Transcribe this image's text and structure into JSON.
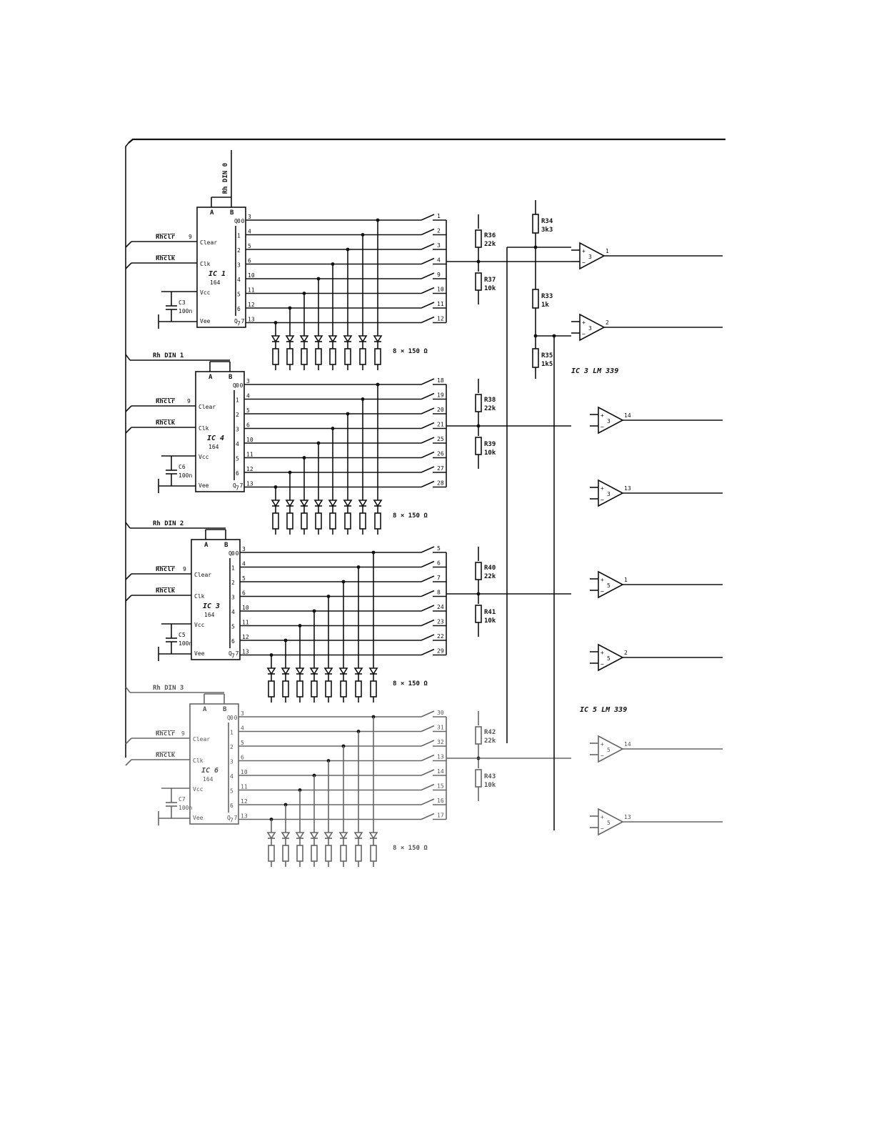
{
  "diagram": {
    "signals": {
      "rhclr": "Rhclr",
      "rhclk": "Rhclk",
      "clear": "Clear",
      "clk": "Clk",
      "vcc": "Vcc",
      "vee": "Vee",
      "a": "A",
      "b": "B",
      "q0": "Q 0",
      "q7": "Q 7"
    },
    "registers": [
      {
        "din": "Rh DIN 0",
        "ic": "IC 1",
        "part": "164",
        "cap": "C3",
        "cap_val": "100n",
        "outs": [
          "1",
          "2",
          "3",
          "4",
          "9",
          "10",
          "11",
          "12"
        ],
        "net": "8 × 150 Ω"
      },
      {
        "din": "Rh DIN 1",
        "ic": "IC 4",
        "part": "164",
        "cap": "C6",
        "cap_val": "100n",
        "outs": [
          "18",
          "19",
          "20",
          "21",
          "25",
          "26",
          "27",
          "28"
        ],
        "net": "8 × 150 Ω"
      },
      {
        "din": "Rh DIN 2",
        "ic": "IC 3",
        "part": "164",
        "cap": "C5",
        "cap_val": "100n",
        "outs": [
          "5",
          "6",
          "7",
          "8",
          "24",
          "23",
          "22",
          "29"
        ],
        "net": "8 × 150 Ω"
      },
      {
        "din": "Rh DIN 3",
        "ic": "IC 6",
        "part": "164",
        "cap": "C7",
        "cap_val": "100n",
        "outs": [
          "30",
          "31",
          "32",
          "13",
          "14",
          "15",
          "16",
          "17"
        ],
        "net": "8 × 150 Ω"
      }
    ],
    "dividers": [
      {
        "top": "R36",
        "top_val": "22k",
        "bot": "R37",
        "bot_val": "10k"
      },
      {
        "top": "R38",
        "top_val": "22k",
        "bot": "R39",
        "bot_val": "10k"
      },
      {
        "top": "R40",
        "top_val": "22k",
        "bot": "R41",
        "bot_val": "10k"
      },
      {
        "top": "R42",
        "top_val": "22k",
        "bot": "R43",
        "bot_val": "10k"
      }
    ],
    "ladder": [
      {
        "name": "R34",
        "val": "3k3"
      },
      {
        "name": "R33",
        "val": "1k"
      },
      {
        "name": "R35",
        "val": "1k5"
      }
    ],
    "comparator_groups": [
      {
        "label": "IC 3  LM 339"
      },
      {
        "label": "IC 5  LM 339"
      }
    ]
  }
}
